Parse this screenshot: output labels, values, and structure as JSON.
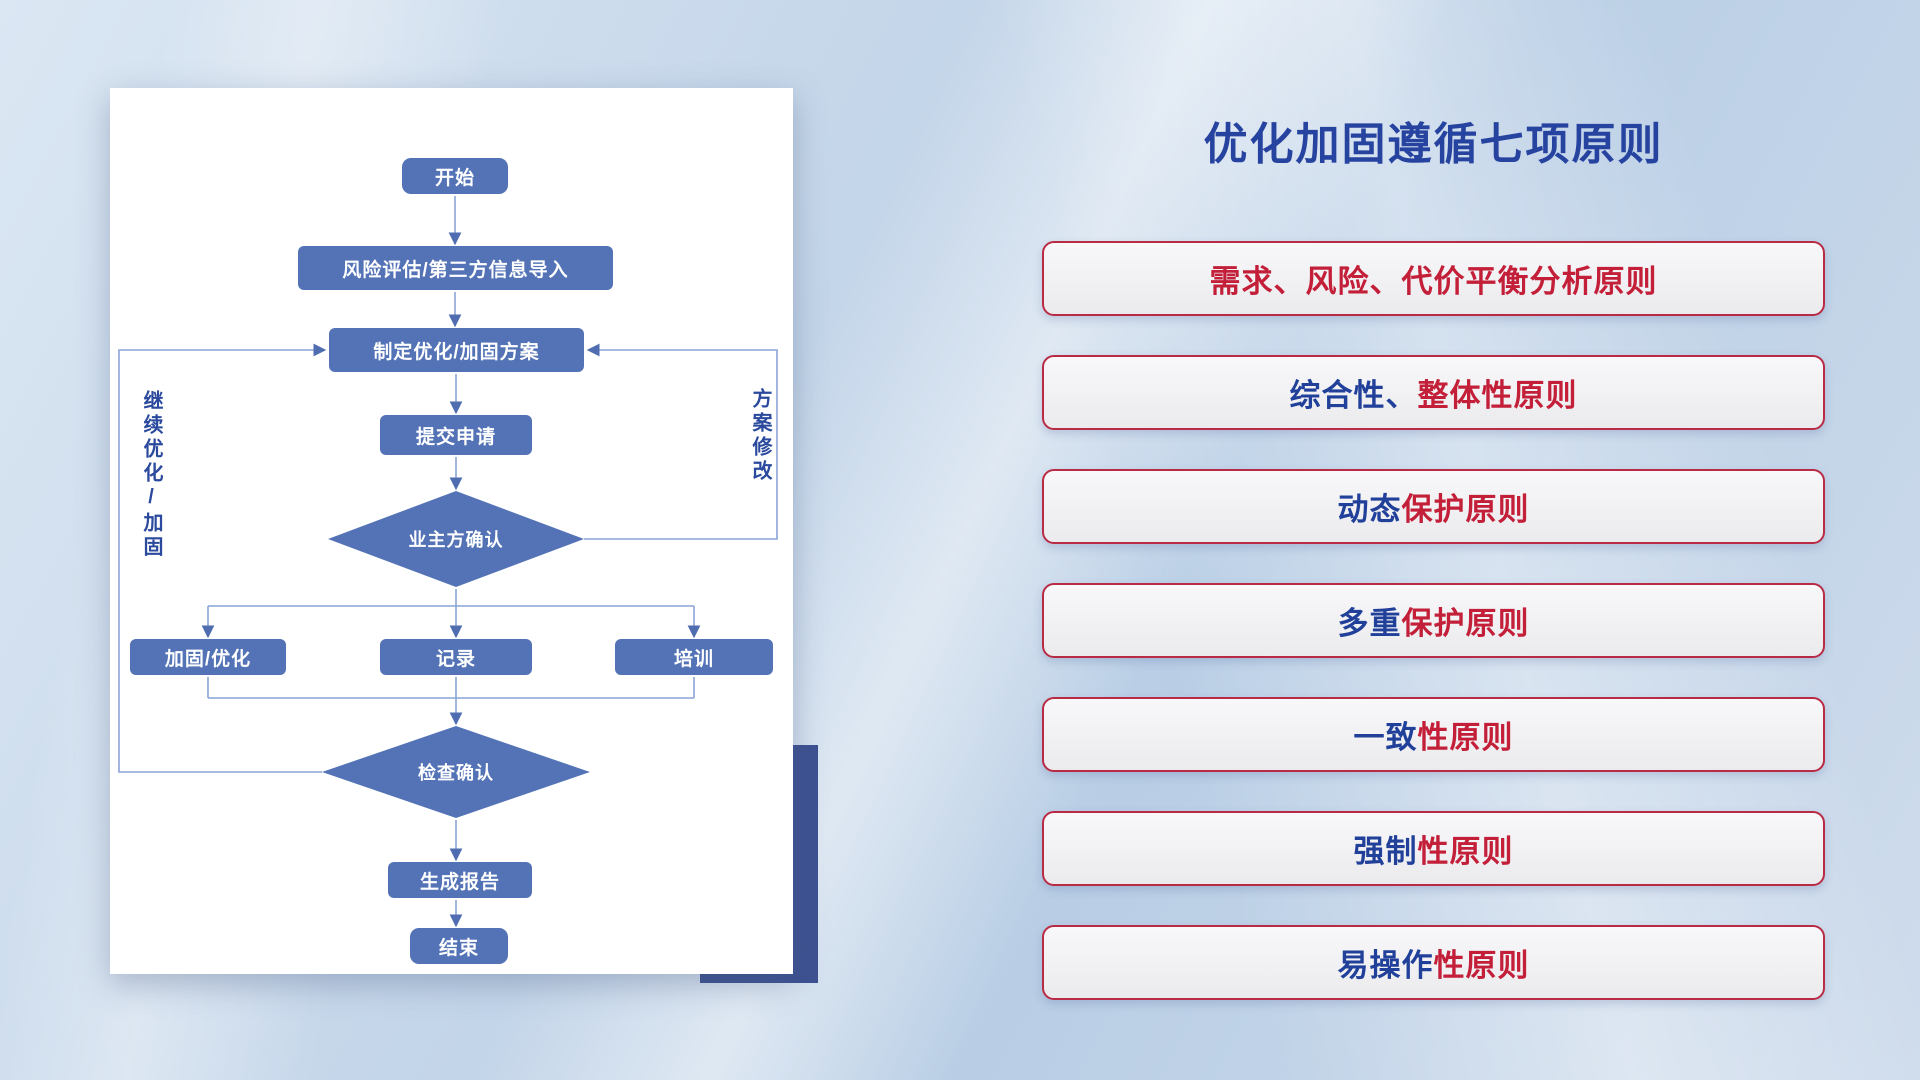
{
  "title": "优化加固遵循七项原则",
  "flowchart": {
    "nodes": {
      "start": "开始",
      "risk_import": "风险评估/第三方信息导入",
      "plan": "制定优化/加固方案",
      "submit": "提交申请",
      "owner_confirm": "业主方确认",
      "reinforce": "加固/优化",
      "record": "记录",
      "training": "培训",
      "check_confirm": "检查确认",
      "report": "生成报告",
      "end": "结束"
    },
    "labels": {
      "continue_loop": "继续优化/加固",
      "revise_loop": "方案修改"
    }
  },
  "principles": [
    {
      "blue": "",
      "red": "需求、风险、代价平衡分析原则"
    },
    {
      "blue": "综合性、",
      "red": "整体性原则"
    },
    {
      "blue": "动态",
      "red": "保护原则"
    },
    {
      "blue": "多重",
      "red": "保护原则"
    },
    {
      "blue": "一致",
      "red": "性原则"
    },
    {
      "blue": "强制",
      "red": "性原则"
    },
    {
      "blue": "易操作",
      "red": "性原则"
    }
  ],
  "colors": {
    "title_blue": "#2743a0",
    "principle_blue": "#21409a",
    "principle_red": "#c31f39",
    "principle_border_red": "#b92b45",
    "node_blue": "#5373b6",
    "line_blue": "#8aa3d6",
    "arrow_blue": "#4f6db0",
    "accent_navy": "#3d5191"
  }
}
